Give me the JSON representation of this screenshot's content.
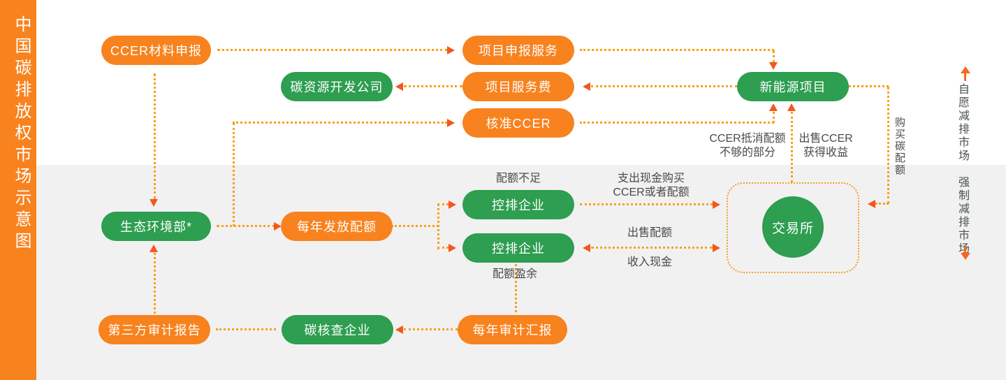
{
  "title": "中国碳排放权市场示意图",
  "markets": {
    "voluntary": "自愿减排市场",
    "mandatory": "强制减排市场"
  },
  "nodes": {
    "ccer_material": "CCER材料申报",
    "project_apply_service": "项目申报服务",
    "carbon_dev_company": "碳资源开发公司",
    "project_service_fee": "项目服务费",
    "approved_ccer": "核准CCER",
    "new_energy_project": "新能源项目",
    "ministry_ecology": "生态环境部*",
    "annual_quota_issue": "每年发放配额",
    "controlled_enterprise_short": "控排企业",
    "controlled_enterprise_surplus": "控排企业",
    "exchange": "交易所",
    "third_party_audit_report": "第三方审计报告",
    "carbon_verification_company": "碳核查企业",
    "annual_audit_report": "每年审计汇报"
  },
  "edge_labels": {
    "quota_short": "配额不足",
    "quota_surplus": "配额盈余",
    "pay_cash_line1": "支出现金购买",
    "pay_cash_line2": "CCER或者配额",
    "sell_quota": "出售配额",
    "income_cash": "收入现金",
    "ccer_offset_line1": "CCER抵消配额",
    "ccer_offset_line2": "不够的部分",
    "sell_ccer_line1": "出售CCER",
    "sell_ccer_line2": "获得收益",
    "buy_carbon_quota": "购买碳配额"
  },
  "colors": {
    "orange": "#f8821e",
    "green": "#2e9e50",
    "dotted_line": "#f9a01b",
    "arrowhead": "#f4571d",
    "market_arrow": "#f8671f",
    "top_background": "#ffffff",
    "bottom_background": "#f1f1f2",
    "label_text": "#4a4a4a"
  }
}
